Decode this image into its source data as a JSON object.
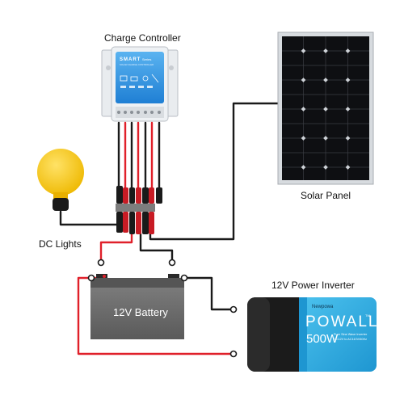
{
  "labels": {
    "charge_controller": "Charge Controller",
    "solar_panel": "Solar Panel",
    "dc_lights": "DC Lights",
    "battery": "12V Battery",
    "inverter": "12V Power Inverter"
  },
  "controller_face": {
    "brand": "SMART",
    "sub": "Series",
    "fine_print": "SOLAR CHARGE CONTROLLER"
  },
  "inverter_face": {
    "brand": "Newpowa",
    "model": "POWALL",
    "trademark": "TM",
    "watts": "500W",
    "line1": "Pure Sine Wave Inverter",
    "line2": "DC12V to AC110V/60Hz"
  },
  "colors": {
    "wire_red": "#e0202a",
    "wire_black": "#1a1a1a",
    "controller_blue": "#2f8fe0",
    "inverter_blue": "#2aa8e0",
    "bulb_yellow": "#f3c21a",
    "battery_gray": "#6e6e6e"
  }
}
